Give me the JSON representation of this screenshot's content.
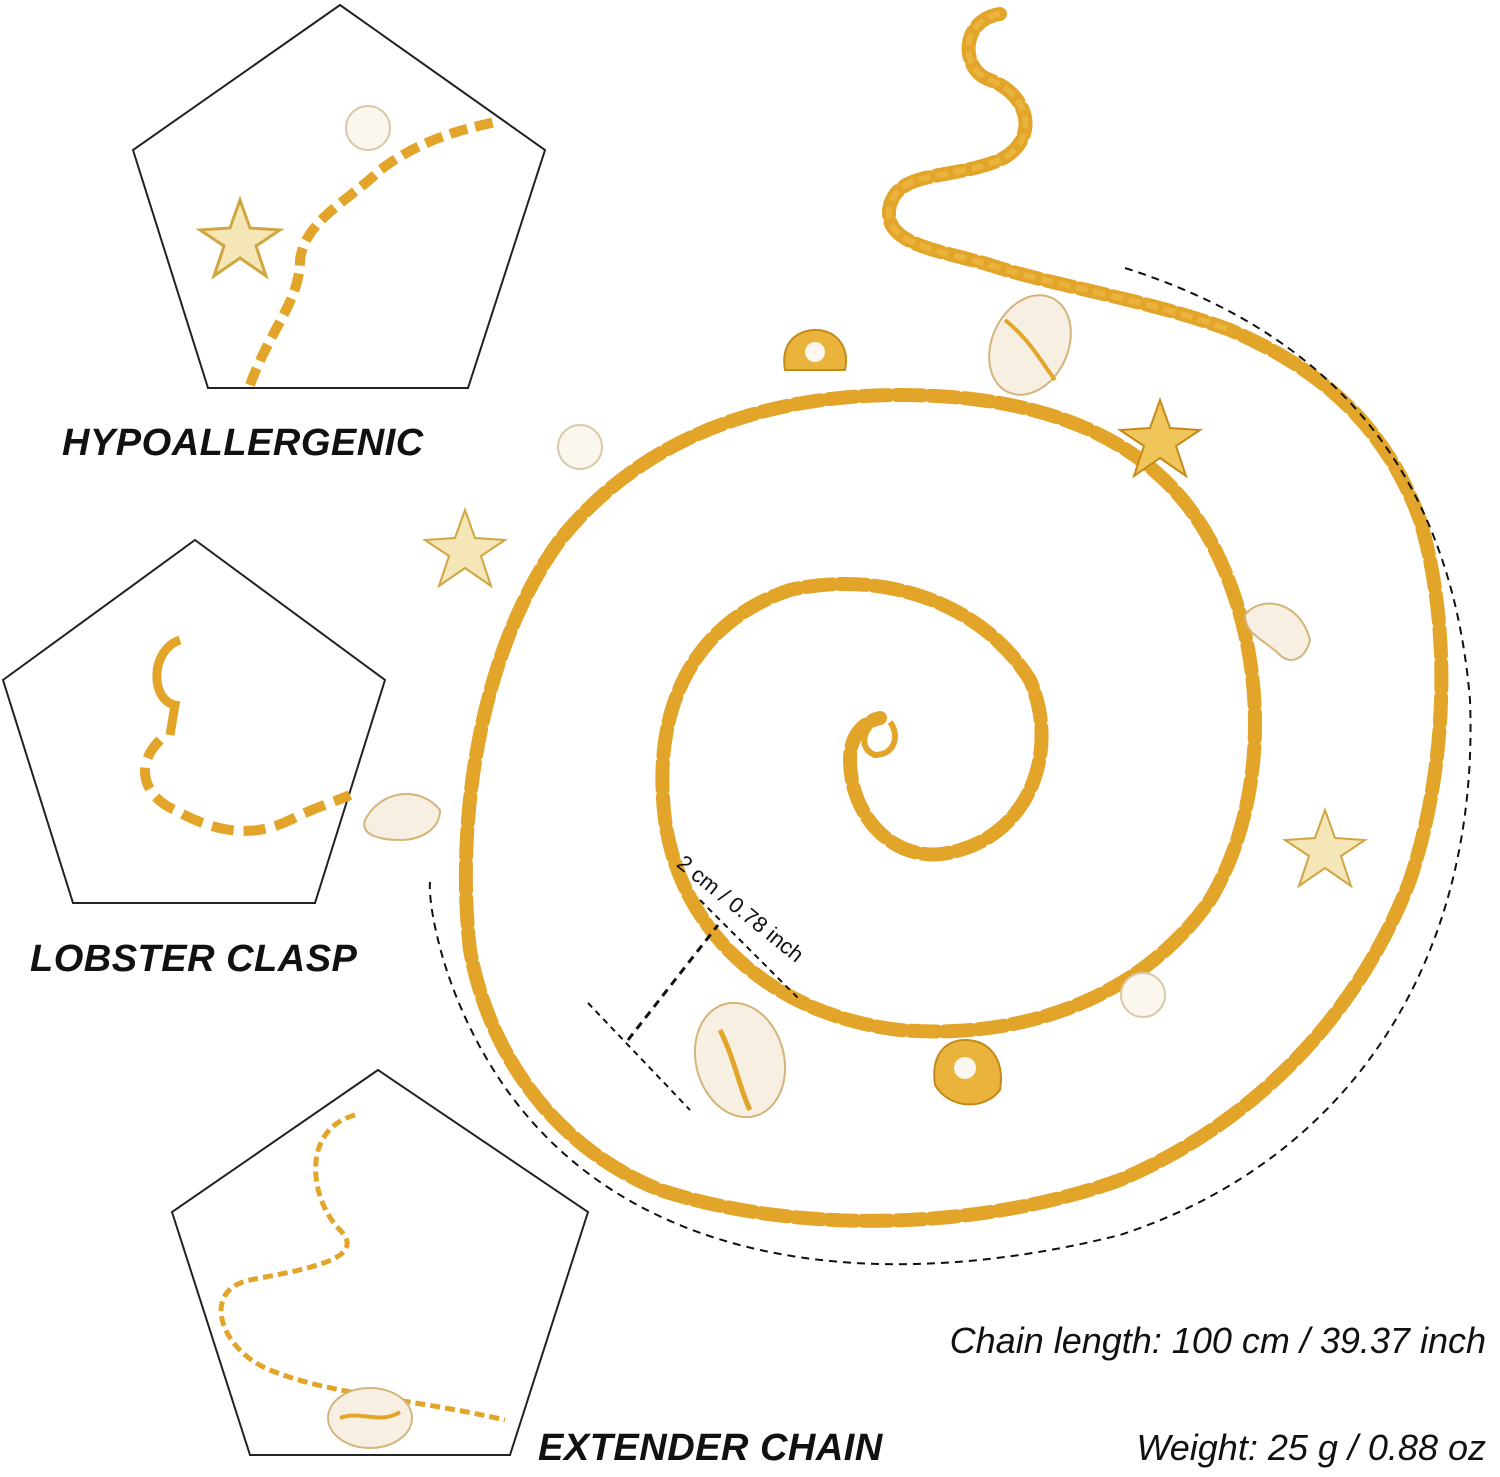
{
  "features": [
    {
      "label": "HYPOALLERGENIC",
      "icon": "starfish-chain-detail"
    },
    {
      "label": "LOBSTER CLASP",
      "icon": "lobster-clasp-detail"
    },
    {
      "label": "EXTENDER CHAIN",
      "icon": "extender-chain-detail"
    }
  ],
  "specs": {
    "length": "Chain length: 100 cm / 39.37 inch",
    "weight": "Weight: 25 g / 0.88 oz"
  },
  "charm_size": "2 cm / 0.78 inch",
  "colors": {
    "gold": "#e2a52a",
    "gold_light": "#f5c85a",
    "shell": "#f7efe1",
    "pearl": "#fbf6ee",
    "outline": "#111111"
  }
}
